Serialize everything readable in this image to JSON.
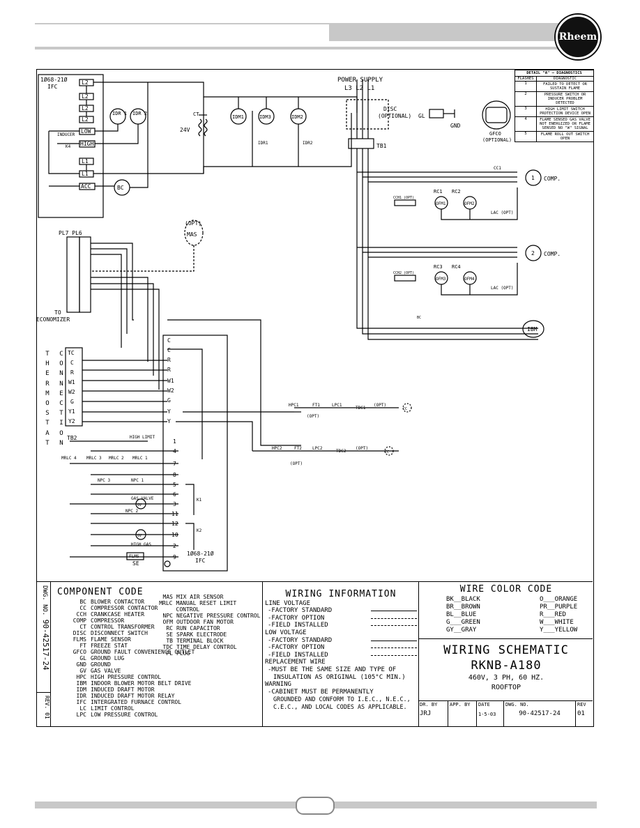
{
  "brand": {
    "logo_text": "Rheem"
  },
  "schematic": {
    "ifc_top": "1Ø68-21Ø",
    "ifc_top_sub": "IFC",
    "ifc_terms": [
      "L2",
      "L2",
      "L2",
      "L2",
      "LOW",
      "HIGH",
      "L1",
      "L1",
      "ACC"
    ],
    "inducer": "INDUCER",
    "k4": "K4",
    "idr1": "IDR 1",
    "idr2": "IDR 2",
    "bc": "BC",
    "ct": "CT",
    "v24": "24V",
    "idm1": "IDM1",
    "idm3": "IDM3",
    "idm2": "IDM2",
    "idr1_lbl": "IDR1",
    "idr2_lbl": "IDR2",
    "power_supply": "POWER SUPPLY",
    "l321": "L3  L2  L1",
    "disc": "DISC",
    "disc_opt": "(OPTIONAL)",
    "gl": "GL",
    "gnd": "GND",
    "gfco": "GFCO",
    "gfco_opt": "(OPTIONAL)",
    "tb1": "TB1",
    "cc1": "CC1",
    "comp1": "1",
    "comp_lbl": "COMP.",
    "comp2": "2",
    "rc1": "RC1",
    "rc2": "RC2",
    "ofm1": "OFM1",
    "ofm2": "OFM2",
    "rc3": "RC3",
    "rc4": "RC4",
    "ofm3": "OFM3",
    "ofm4": "OFM4",
    "cch1": "CCH1 (OPT)",
    "cch2": "CCH2 (OPT)",
    "lac": "LAC (OPT)",
    "ibm": "IBM",
    "bc_small": "BC",
    "pl7_pl6": "PL7  PL6",
    "to_econ": "TO",
    "economizer": "ECONOMIZER",
    "opt": "(OPT)",
    "mas": "MAS",
    "thermostat_letters": [
      "T",
      "H",
      "E",
      "R",
      "M",
      "O",
      "S",
      "T",
      "A",
      "T"
    ],
    "thermostat_letters2": [
      "C",
      "O",
      "N",
      "N",
      "E",
      "C",
      "T",
      "I",
      "O",
      "N"
    ],
    "tstat_terms": [
      "TC",
      "C",
      "R",
      "W1",
      "W2",
      "G",
      "Y1",
      "Y2"
    ],
    "tb2": "TB2",
    "ifc_terms2": [
      "C",
      "C",
      "R",
      "R",
      "W1",
      "W2",
      "G",
      "Y",
      "Y"
    ],
    "high_limit": "HIGH LIMIT",
    "mrlc": [
      "MRLC 4",
      "MRLC 3",
      "MRLC 2",
      "MRLC 1"
    ],
    "npc": [
      "NPC 3",
      "NPC 1",
      "NPC 2"
    ],
    "gas_valve": "GAS VALVE",
    "gv": "GV",
    "high_gas": "HIGH GAS",
    "flms": "FLMS",
    "se": "SE",
    "k1": "K1",
    "k2": "K2",
    "ifc_bottom": "1Ø68-21Ø",
    "ifc_bottom_sub": "IFC",
    "pin_numbers": [
      "1",
      "4",
      "7",
      "8",
      "5",
      "6",
      "3",
      "11",
      "12",
      "10",
      "2",
      "9"
    ],
    "hpc1": "HPC1",
    "ft1": "FT1",
    "lpc1": "LPC1",
    "tdc1": "TDC1",
    "hpc2": "HPC2",
    "ft2": "FT2",
    "lpc2": "LPC2",
    "tdc2": "TDC2",
    "cc_coil": "CC"
  },
  "diagnostics": {
    "title": "DETAIL \"A\"  —  DIAGNOSTICS",
    "col1": "FLASHES",
    "col2": "DIAGNOSTIC",
    "rows": [
      {
        "flash": "1",
        "text": "FAILED TO DETECT OR SUSTAIN FLAME"
      },
      {
        "flash": "2",
        "text": "PRESSURE SWITCH OR INDUCER PROBLEM DETECTED"
      },
      {
        "flash": "3",
        "text": "HIGH LIMIT SWITCH PROTECTION DEVICE OPEN"
      },
      {
        "flash": "4",
        "text": "FLAME SENSED GAS VALVE NOT ENERGIZED OR FLAME SENSED NO \"W\" SIGNAL"
      },
      {
        "flash": "5",
        "text": "FLAME ROLL OUT SWITCH OPEN"
      }
    ]
  },
  "component_code": {
    "title": "COMPONENT CODE",
    "left": [
      [
        "BC",
        "BLOWER CONTACTOR"
      ],
      [
        "CC",
        "COMPRESSOR CONTACTOR"
      ],
      [
        "CCH",
        "CRANKCASE HEATER"
      ],
      [
        "COMP",
        "COMPRESSOR"
      ],
      [
        "CT",
        "CONTROL TRANSFORMER"
      ],
      [
        "DISC",
        "DISCONNECT SWITCH"
      ],
      [
        "FLMS",
        "FLAME SENSOR"
      ],
      [
        "FT",
        "FREEZE STAT"
      ],
      [
        "GFCO",
        "GROUND FAULT CONVENIENCE OUTLET"
      ],
      [
        "GL",
        "GROUND LUG"
      ],
      [
        "GND",
        "GROUND"
      ],
      [
        "GV",
        "GAS VALVE"
      ],
      [
        "HPC",
        "HIGH PRESSURE CONTROL"
      ],
      [
        "IBM",
        "INDOOR BLOWER MOTOR BELT DRIVE"
      ],
      [
        "IDM",
        "INDUCED DRAFT MOTOR"
      ],
      [
        "IDR",
        "INDUCED DRAFT MOTOR RELAY"
      ],
      [
        "IFC",
        "INTERGRATED FURNACE CONTROL"
      ],
      [
        "LC",
        "LIMIT CONTROL"
      ],
      [
        "LPC",
        "LOW PRESSURE CONTROL"
      ]
    ],
    "right": [
      [
        "MAS",
        "MIX AIR SENSOR"
      ],
      [
        "MRLC",
        "MANUAL RESET LIMIT CONTROL"
      ],
      [
        "NPC",
        "NEGATIVE PRESSURE CONTROL"
      ],
      [
        "OFM",
        "OUTDOOR FAN MOTOR"
      ],
      [
        "RC",
        "RUN CAPACITOR"
      ],
      [
        "SE",
        "SPARK ELECTRODE"
      ],
      [
        "TB",
        "TERMINAL BLOCK"
      ],
      [
        "TDC",
        "TIME DELAY CONTROL"
      ],
      [
        "PL",
        "PLUG"
      ]
    ]
  },
  "dwg_side": {
    "label": "DWG. NO.",
    "value": "90-42517-24",
    "rev_label": "REV.",
    "rev_value": "01"
  },
  "wiring_info": {
    "title": "WIRING INFORMATION",
    "line_voltage": "LINE VOLTAGE",
    "lv_items": [
      "-FACTORY STANDARD",
      "-FACTORY OPTION",
      "-FIELD INSTALLED"
    ],
    "low_voltage": "LOW VOLTAGE",
    "low_items": [
      "-FACTORY STANDARD",
      "-FACTORY OPTION",
      "-FIELD INSTALLED"
    ],
    "replacement": "REPLACEMENT WIRE",
    "repl_1": "-MUST BE THE SAME SIZE AND TYPE OF",
    "repl_2": "INSULATION AS ORIGINAL (105°C MIN.)",
    "warning": "WARNING",
    "warn_1": "-CABINET MUST BE PERMANENTLY",
    "warn_2": "GROUNDED AND CONFORM TO I.E.C., N.E.C.,",
    "warn_3": "C.E.C., AND LOCAL CODES AS APPLICABLE."
  },
  "wire_color": {
    "title": "WIRE COLOR CODE",
    "left": [
      "BK__BLACK",
      "BR__BROWN",
      "BL__BLUE",
      "G___GREEN",
      "GY__GRAY"
    ],
    "right": [
      "O___ORANGE",
      "PR__PURPLE",
      "R___RED",
      "W___WHITE",
      "Y___YELLOW"
    ]
  },
  "title_block": {
    "title": "WIRING SCHEMATIC",
    "model": "RKNB-A180",
    "spec": "460V, 3 PH, 60 HZ.",
    "type": "ROOFTOP",
    "dr_by_label": "DR. BY",
    "dr_by": "JRJ",
    "app_by_label": "APP. BY",
    "app_by": "",
    "date_label": "DATE",
    "date": "1-5-03",
    "dwg_no_label": "DWG. NO.",
    "dwg_no": "90-42517-24",
    "rev_label": "REV",
    "rev": "01"
  }
}
